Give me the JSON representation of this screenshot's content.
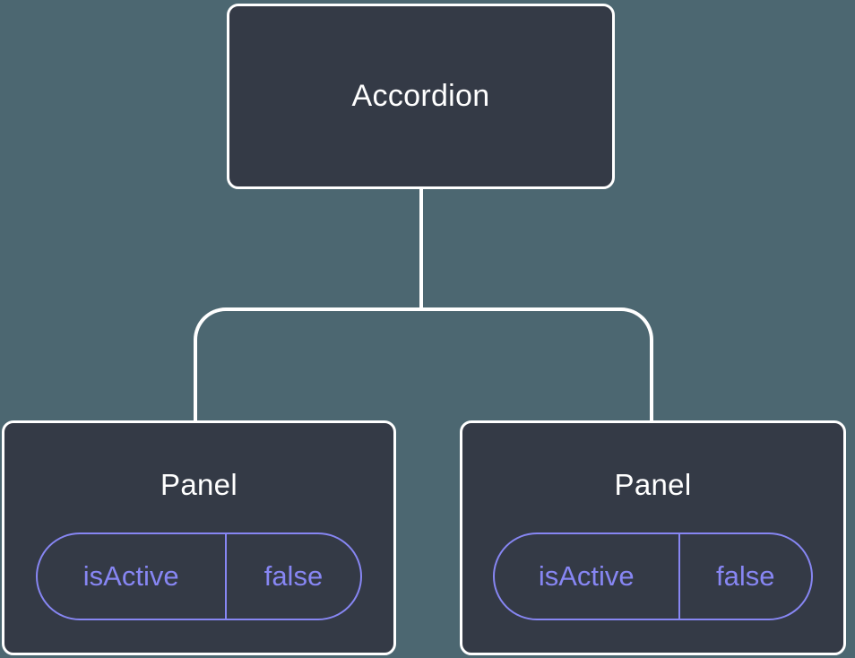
{
  "colors": {
    "background": "#4c6771",
    "node_fill": "#343a46",
    "node_border": "#ffffff",
    "node_text": "#ffffff",
    "accent": "#8786f3"
  },
  "tree": {
    "root": {
      "label": "Accordion"
    },
    "children": [
      {
        "label": "Panel",
        "state": {
          "key": "isActive",
          "value": "false"
        }
      },
      {
        "label": "Panel",
        "state": {
          "key": "isActive",
          "value": "false"
        }
      }
    ]
  }
}
